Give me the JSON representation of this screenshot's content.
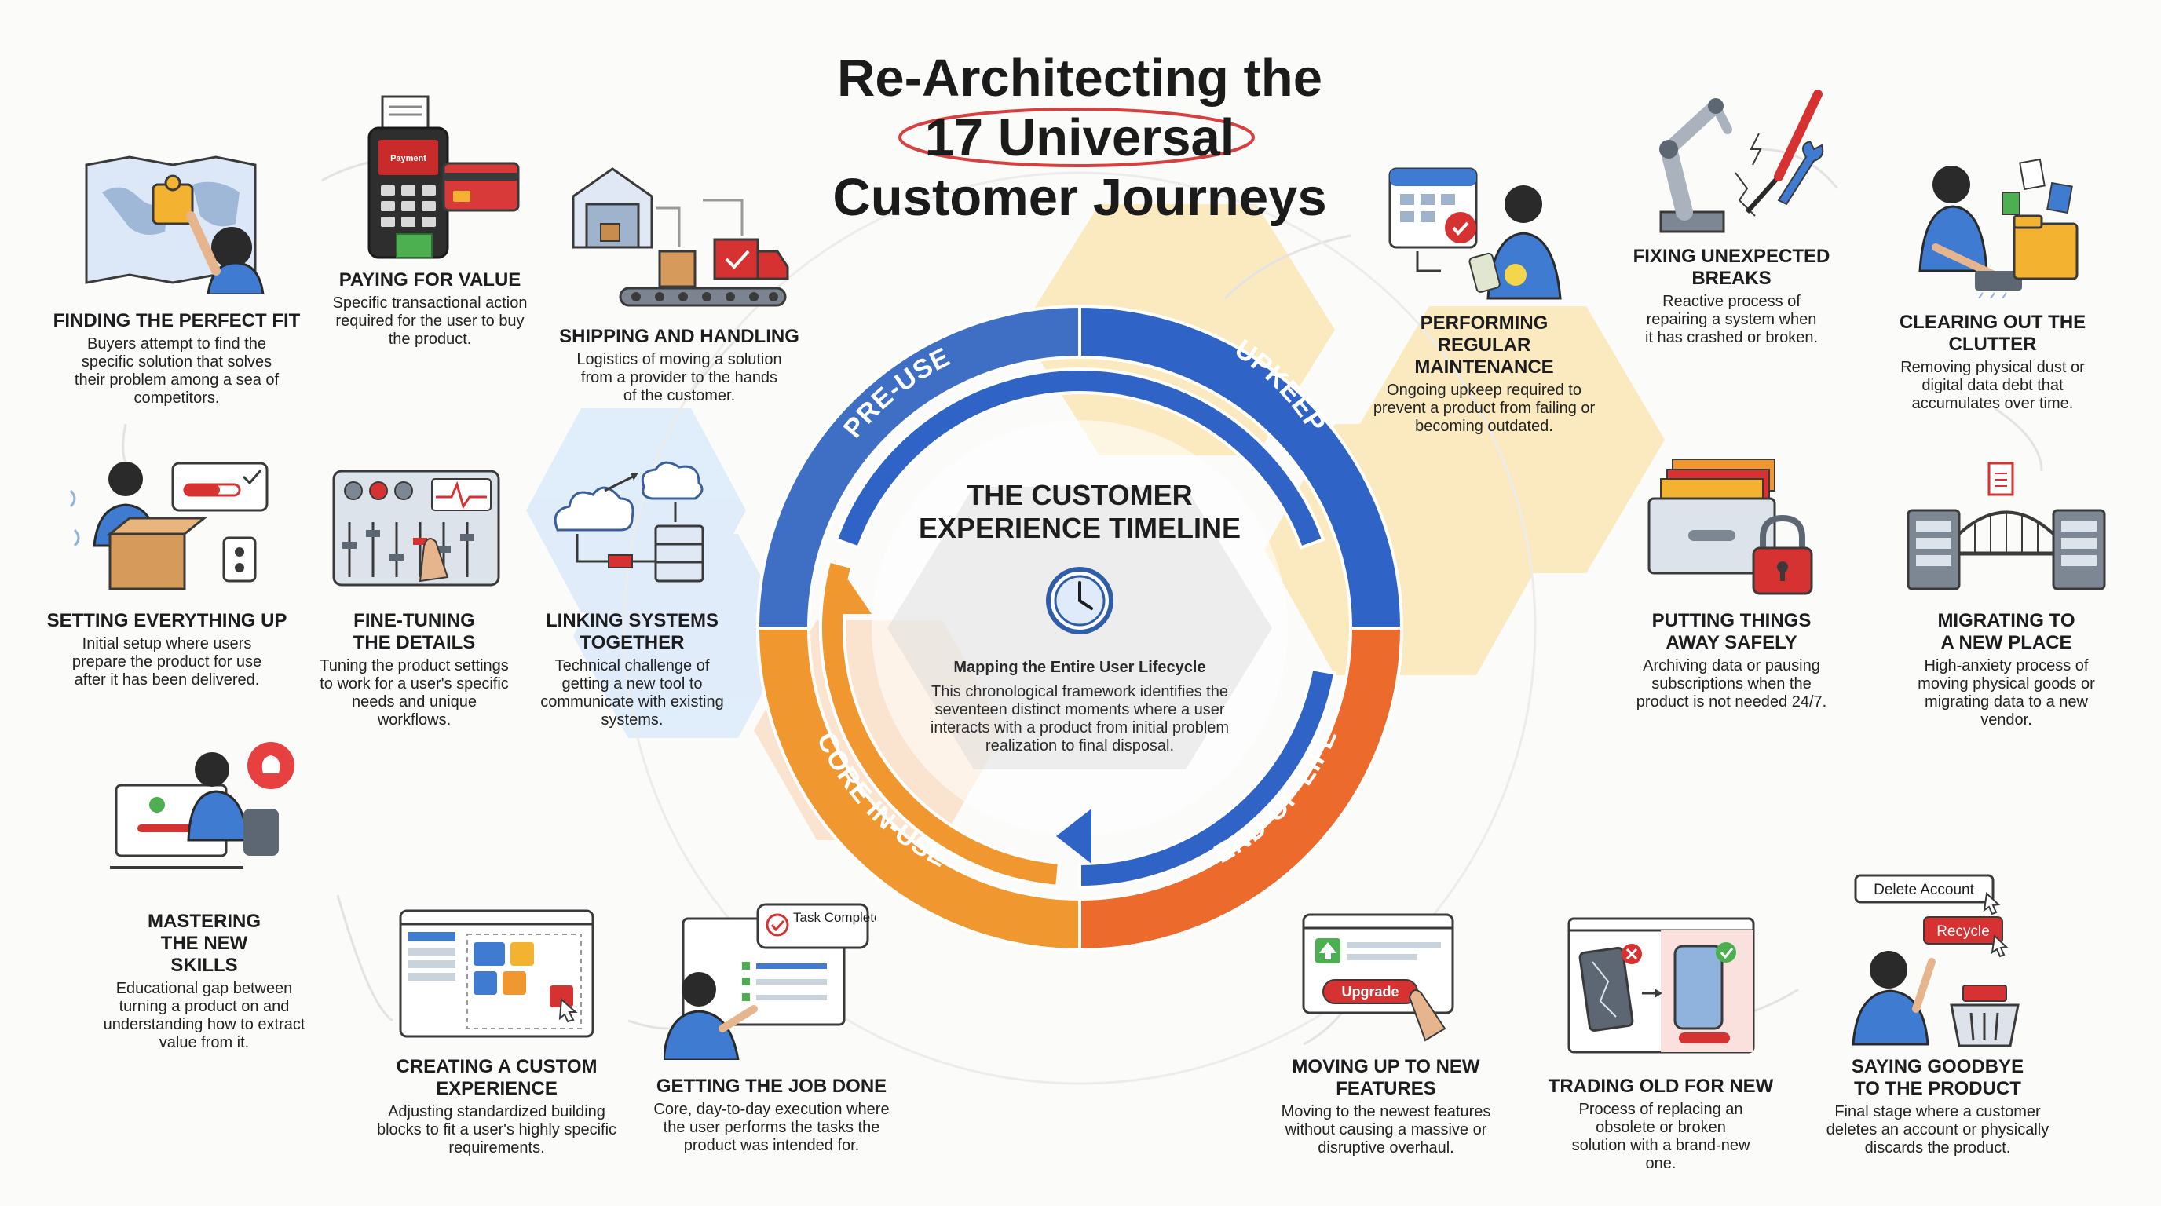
{
  "title": {
    "line1": "Re-Architecting the",
    "line2": "17 Universal",
    "line3": "Customer Journeys"
  },
  "colors": {
    "pre_use": "#3f6fc4",
    "upkeep": "#2f63c6",
    "core_in_use": "#f0982f",
    "end_of_life": "#ec6a2c",
    "highlight_circle": "#d84040"
  },
  "cycle": {
    "segments": [
      "PRE-USE",
      "UPKEEP",
      "CORE IN-USE",
      "END-OF-LIFE"
    ]
  },
  "center": {
    "title_line1": "THE CUSTOMER",
    "title_line2": "EXPERIENCE TIMELINE",
    "icon": "clock-icon",
    "subtitle": "Mapping the Entire User Lifecycle",
    "body": "This chronological framework identifies the seventeen distinct moments where a user interacts with a product from initial problem realization to final disposal."
  },
  "journeys": [
    {
      "key": "perfect-fit",
      "title": "FINDING THE PERFECT FIT",
      "desc": "Buyers attempt to find the specific solution that solves their problem among a sea of competitors.",
      "icon": "puzzle-map-icon"
    },
    {
      "key": "paying",
      "title": "PAYING FOR VALUE",
      "desc": "Specific transactional action required for the user to buy the product.",
      "icon": "payment-terminal-icon",
      "terminal_label": "Payment"
    },
    {
      "key": "shipping",
      "title": "SHIPPING AND HANDLING",
      "desc": "Logistics of moving a solution from a provider to the hands of the customer.",
      "icon": "warehouse-truck-icon"
    },
    {
      "key": "setup",
      "title": "SETTING EVERYTHING UP",
      "desc": "Initial setup where users prepare the product for use after it has been delivered.",
      "icon": "unboxing-icon"
    },
    {
      "key": "fine-tuning",
      "title": "FINE-TUNING THE DETAILS",
      "desc": "Tuning the product settings to work for a user's specific needs and unique workflows.",
      "icon": "control-panel-icon"
    },
    {
      "key": "linking",
      "title": "LINKING SYSTEMS TOGETHER",
      "desc": "Technical challenge of getting a new tool to communicate with existing systems.",
      "icon": "cloud-server-icon"
    },
    {
      "key": "mastering",
      "title": "MASTERING THE NEW SKILLS",
      "desc": "Educational gap between turning a product on and understanding how to extract value from it.",
      "icon": "learning-desk-icon"
    },
    {
      "key": "custom",
      "title": "CREATING A CUSTOM EXPERIENCE",
      "desc": "Adjusting standardized building blocks to fit a user's highly specific requirements.",
      "icon": "dashboard-blocks-icon"
    },
    {
      "key": "job-done",
      "title": "GETTING THE JOB DONE",
      "desc": "Core, day-to-day execution where the user performs the tasks the product was intended for.",
      "icon": "task-complete-icon",
      "bubble": "Task Complete"
    },
    {
      "key": "maintenance",
      "title": "PERFORMING REGULAR MAINTENANCE",
      "desc": "Ongoing upkeep required to prevent a product from failing or becoming outdated.",
      "icon": "calendar-cleaning-icon"
    },
    {
      "key": "breaks",
      "title": "FIXING UNEXPECTED BREAKS",
      "desc": "Reactive process of repairing a system when it has crashed or broken.",
      "icon": "robot-arm-repair-icon"
    },
    {
      "key": "clutter",
      "title": "CLEARING OUT THE CLUTTER",
      "desc": "Removing physical dust or digital data debt that accumulates over time.",
      "icon": "cleaning-files-icon"
    },
    {
      "key": "archive",
      "title": "PUTTING THINGS AWAY SAFELY",
      "desc": "Archiving data or pausing subscriptions when the product is not needed 24/7.",
      "icon": "locked-archive-icon"
    },
    {
      "key": "migrating",
      "title": "MIGRATING TO A NEW PLACE",
      "desc": "High-anxiety process of moving physical goods or migrating data to a new vendor.",
      "icon": "server-bridge-icon"
    },
    {
      "key": "upgrade",
      "title": "MOVING UP TO NEW FEATURES",
      "desc": "Moving to the newest features without causing a massive or disruptive overhaul.",
      "icon": "upgrade-window-icon",
      "button": "Upgrade"
    },
    {
      "key": "trading",
      "title": "TRADING OLD FOR NEW",
      "desc": "Process of replacing an obsolete or broken solution with a brand-new one.",
      "icon": "phone-replace-icon"
    },
    {
      "key": "goodbye",
      "title": "SAYING GOODBYE TO THE PRODUCT",
      "desc": "Final stage where a customer deletes an account or physically discards the product.",
      "icon": "delete-recycle-icon",
      "button1": "Delete Account",
      "button2": "Recycle"
    }
  ]
}
